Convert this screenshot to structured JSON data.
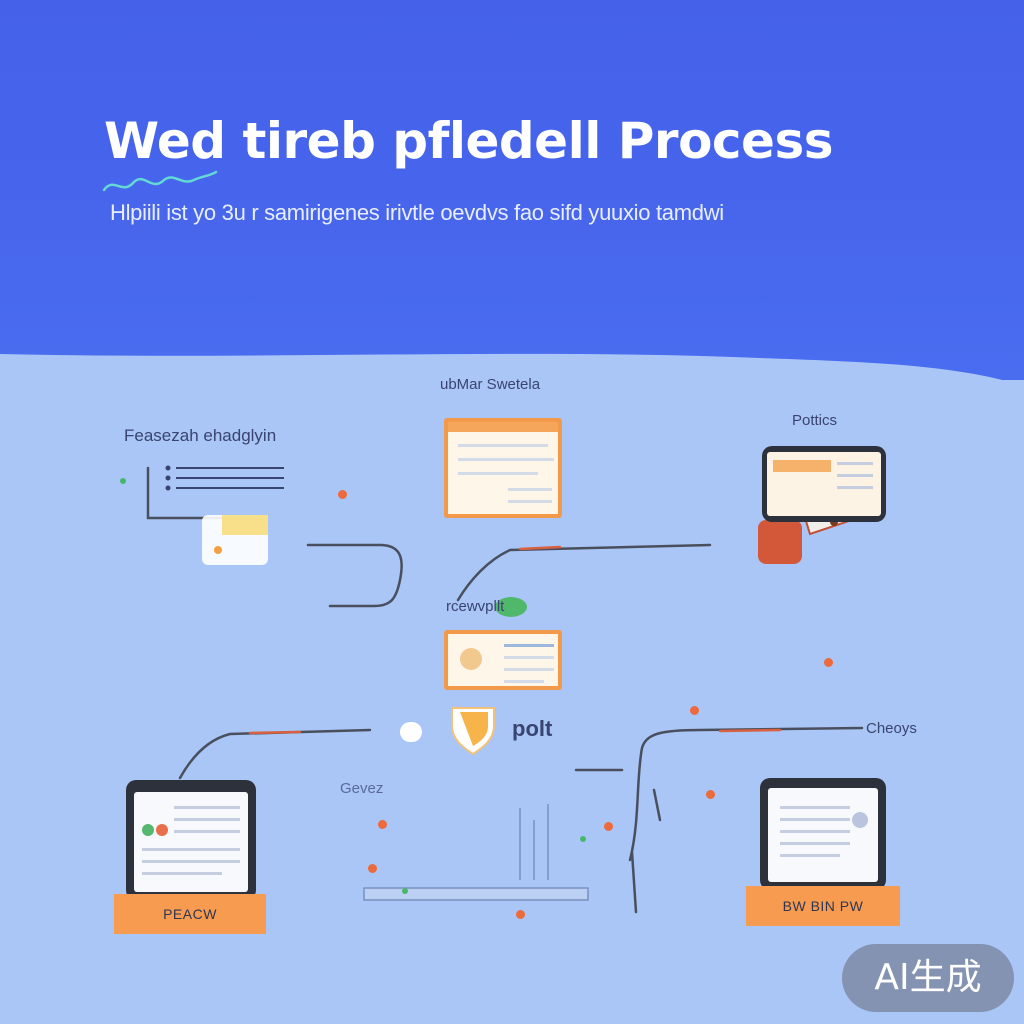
{
  "header": {
    "title": "Wed  tireb  pfledell Process",
    "subtitle": "Hlpiili ist yo 3u r samirigenes irivtle oevdvs fao sifd yuuxio tamdwi"
  },
  "nodes": {
    "top_center_label": "ubMar Swetela",
    "top_left_label": "Feasezah ehadglyin",
    "top_right_label": "Pottics",
    "middle_label": "rcewvpllt",
    "center_label": "polt",
    "right_label": "Cheoys",
    "lower_center_label": "Gevez",
    "bottom_left_ribbon": "PEACW",
    "bottom_right_ribbon": "BW BIN PW"
  },
  "badge": {
    "text": "AI生成"
  },
  "colors": {
    "banner": "#4561ea",
    "background": "#a9c6f6",
    "accent_orange": "#f29a4a",
    "accent_green": "#47b86a",
    "connector": "#4a4f5e"
  }
}
